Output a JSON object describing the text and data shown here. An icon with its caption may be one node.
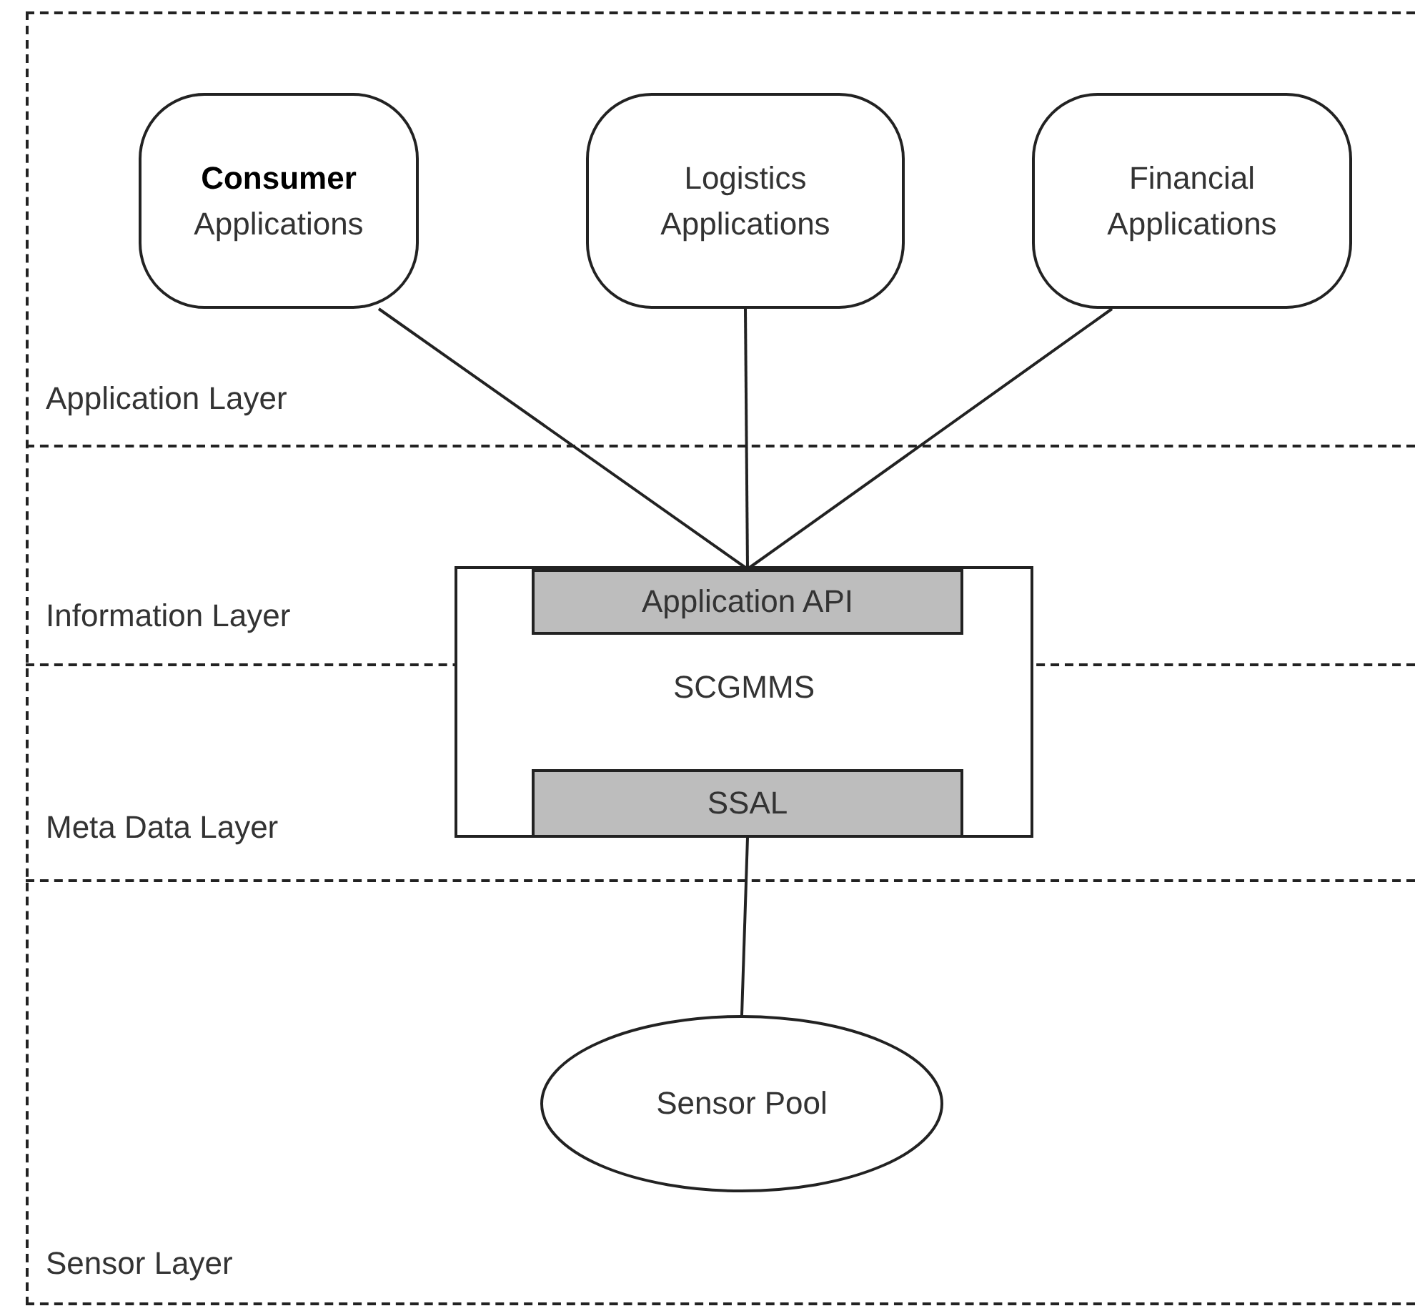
{
  "diagram": {
    "nodes": [
      {
        "text": [
          "**Consumer** Applications"
        ]
      },
      {
        "text": [
          "Logistics Applications"
        ]
      },
      {
        "text": [
          "Financial Applications"
        ]
      },
      {
        "text": [
          "SCGMMS"
        ]
      },
      {
        "text": [
          "Application API"
        ],
        "in": 3
      },
      {
        "text": [
          "SSAL"
        ],
        "in": 3
      },
      {
        "text": [
          "Sensor Pool"
        ]
      }
    ],
    "edges": [
      {
        "from": 0,
        "to": 4,
        "arrow": "none"
      },
      {
        "from": 1,
        "to": 4,
        "arrow": "none"
      },
      {
        "from": 2,
        "to": 4,
        "arrow": "none"
      },
      {
        "from": 5,
        "to": 6,
        "arrow": "none"
      }
    ],
    "labels": [
      "Application Layer",
      "Information Layer",
      "Meta Data Layer",
      "Sensor Layer"
    ]
  }
}
